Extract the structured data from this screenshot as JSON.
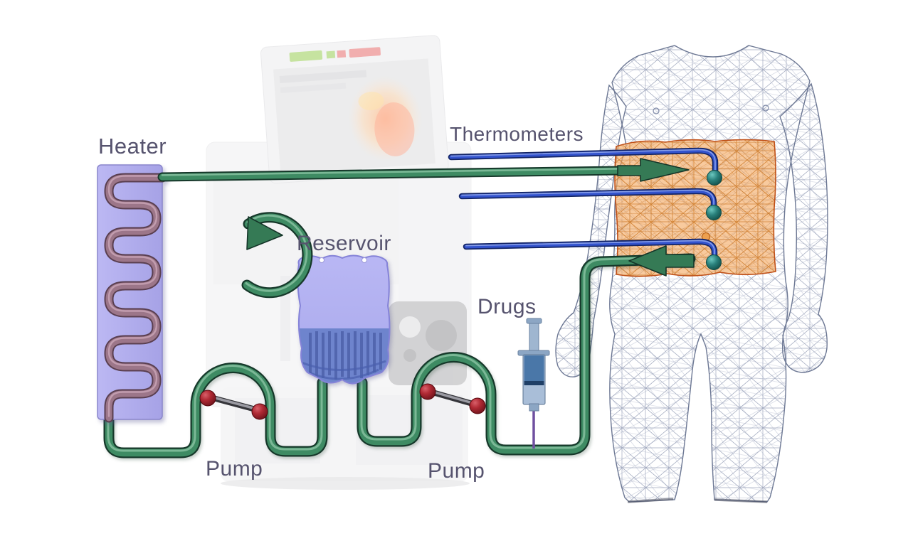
{
  "diagram": {
    "kind": "perfusion-system-schematic",
    "labels": {
      "heater": "Heater",
      "thermometers": "Thermometers",
      "reservoir": "Reservoir",
      "drugs": "Drugs",
      "pump_left": "Pump",
      "pump_right": "Pump"
    },
    "colors": {
      "tube_green": "#3e8b63",
      "tube_green_dark": "#16382a",
      "arrow_green": "#357a55",
      "thermometer_blue": "#3353cd",
      "thermometer_blue_dark": "#132465",
      "probe_teal": "#2a817c",
      "heater_body": "#b2aeee",
      "heater_coil": "#9c7689",
      "reservoir_bag": "#b4b2f0",
      "reservoir_fluid": "#6e84cd",
      "pump_roller_red": "#a82330",
      "syringe_fluid": "#4a77a8",
      "syringe_barrel": "#a9bed8",
      "needle_purple": "#7050a0",
      "abdomen_orange": "#f3a963",
      "abdomen_outline": "#bf4f17",
      "body_mesh": "#8791ad",
      "label_text": "#56536e"
    },
    "probe_count": 3
  }
}
